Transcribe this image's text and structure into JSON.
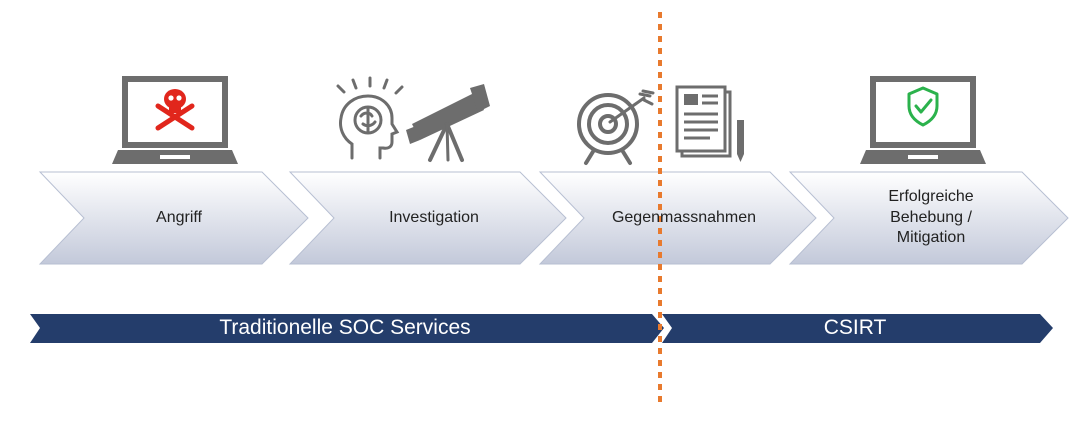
{
  "steps": [
    {
      "label": "Angriff",
      "icon": "laptop-skull-icon"
    },
    {
      "label": "Investigation",
      "icon": "brain-telescope-icon"
    },
    {
      "label": "Gegenmassnahmen",
      "icon": "target-document-icon"
    },
    {
      "label": "Erfolgreiche Behebung / Mitigation",
      "icon": "laptop-shield-check-icon"
    }
  ],
  "bands": [
    {
      "label": "Traditionelle SOC Services"
    },
    {
      "label": "CSIRT"
    }
  ],
  "colors": {
    "chevron_top": "#ffffff",
    "chevron_bottom": "#c3c9da",
    "chevron_stroke": "#b7bfd2",
    "band": "#243d6b",
    "divider": "#e87a2e",
    "icon_gray": "#6d6d6d",
    "skull_red": "#e1261c",
    "shield_green": "#2bb24c"
  }
}
